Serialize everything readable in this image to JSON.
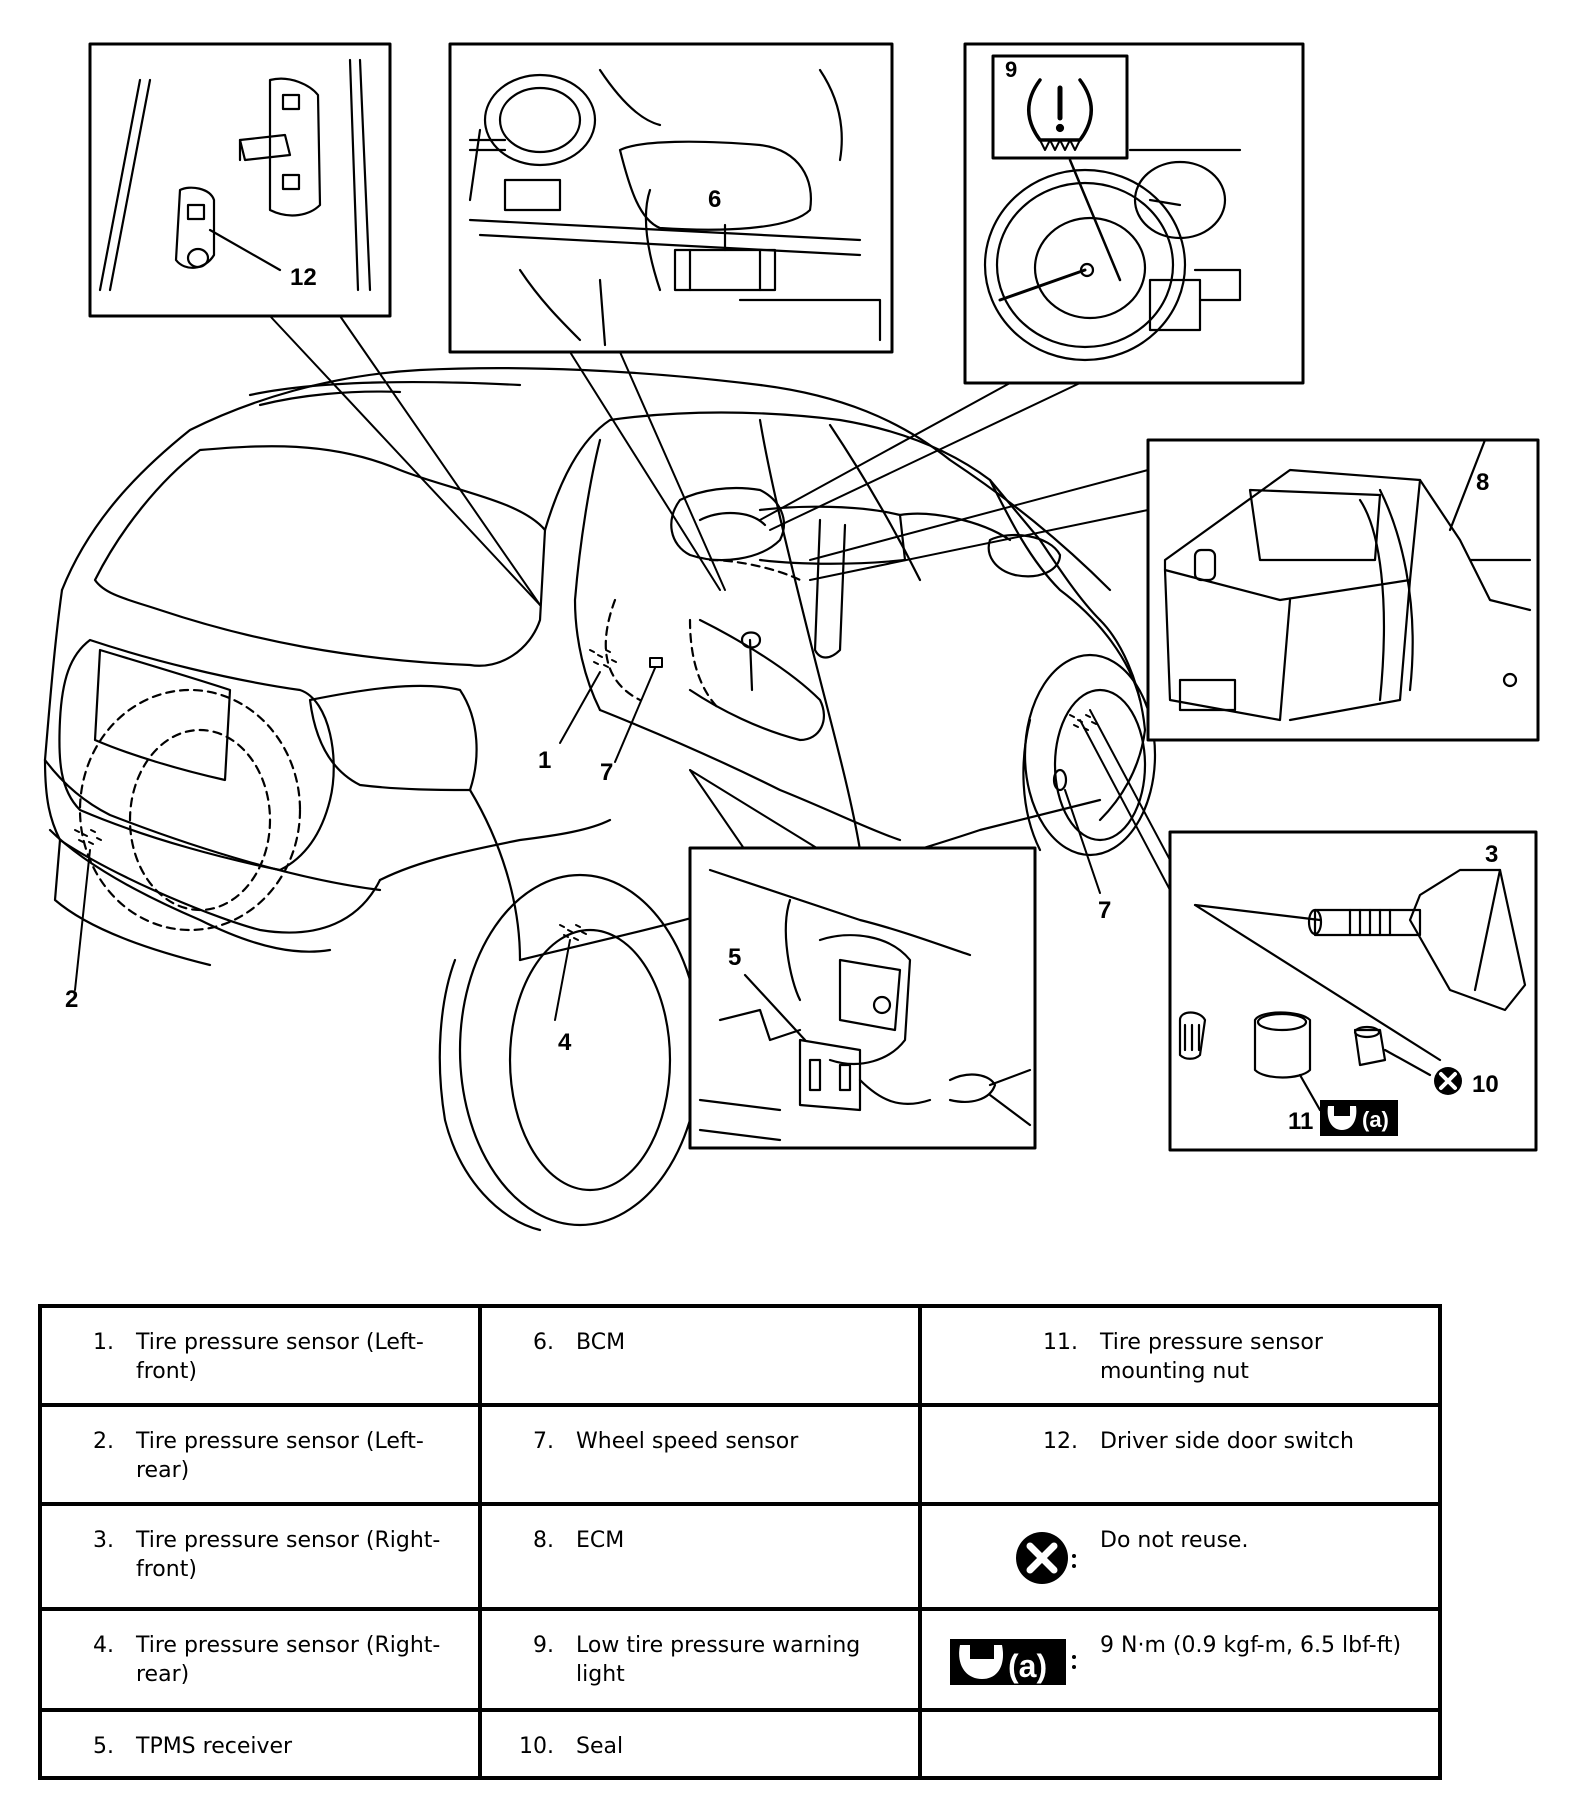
{
  "callouts": {
    "c1": "1",
    "c2": "2",
    "c3": "3",
    "c4": "4",
    "c5": "5",
    "c6": "6",
    "c7a": "7",
    "c7b": "7",
    "c8": "8",
    "c9": "9",
    "c10": "10",
    "c11": "11",
    "c12": "12",
    "wrench_a": "(a)"
  },
  "legend": {
    "rows": [
      [
        {
          "num": "1.",
          "text": "Tire pressure sensor (Left-front)"
        },
        {
          "num": "6.",
          "text": "BCM"
        },
        {
          "num": "11.",
          "text": "Tire pressure sensor mounting nut"
        }
      ],
      [
        {
          "num": "2.",
          "text": "Tire pressure sensor (Left-rear)"
        },
        {
          "num": "7.",
          "text": "Wheel speed sensor"
        },
        {
          "num": "12.",
          "text": "Driver side door switch"
        }
      ],
      [
        {
          "num": "3.",
          "text": "Tire pressure sensor (Right-front)"
        },
        {
          "num": "8.",
          "text": "ECM"
        },
        {
          "symbol": "do-not-reuse-icon",
          "text": "Do not reuse."
        }
      ],
      [
        {
          "num": "4.",
          "text": "Tire pressure sensor (Right-rear)"
        },
        {
          "num": "9.",
          "text": "Low tire pressure warning light"
        },
        {
          "symbol": "torque-wrench-icon",
          "symbol_label": "(a)",
          "text": "9 N·m (0.9 kgf-m, 6.5 lbf-ft)"
        }
      ],
      [
        {
          "num": "5.",
          "text": "TPMS receiver"
        },
        {
          "num": "10.",
          "text": "Seal"
        },
        {
          "text": ""
        }
      ]
    ]
  }
}
